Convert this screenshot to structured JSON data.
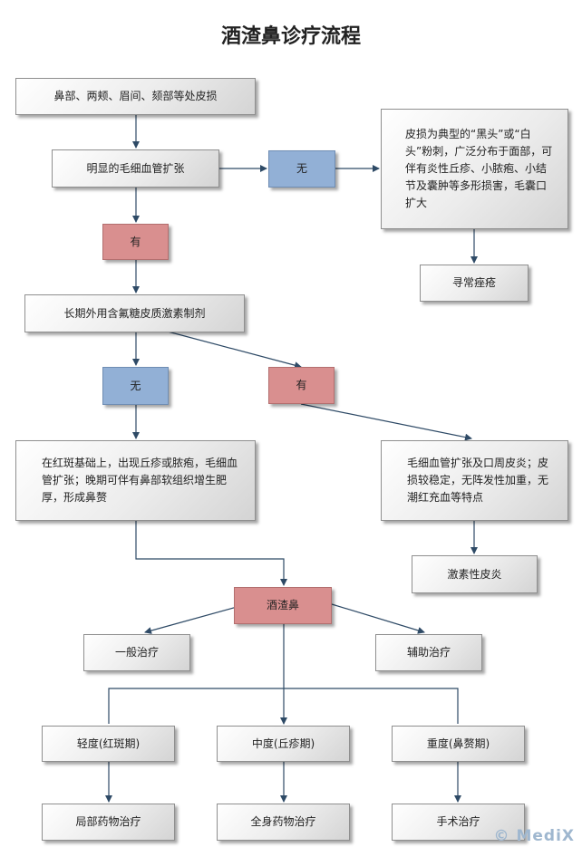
{
  "title": "酒渣鼻诊疗流程",
  "nodes": {
    "location": "鼻部、两颊、眉间、颏部等处皮损",
    "telangiectasia_q": "明显的毛细血管扩张",
    "no1": "无",
    "acne_desc": "皮损为典型的“黑头”或“白头”粉刺，广泛分布于面部，可伴有炎性丘疹、小脓疱、小结节及囊肿等多形损害，毛囊口扩大",
    "acne": "寻常痤疮",
    "yes1": "有",
    "steroid_q": "长期外用含氟糖皮质激素制剂",
    "no2": "无",
    "yes2": "有",
    "rosacea_desc": "在红斑基础上，出现丘疹或脓疱，毛细血管扩张；晚期可伴有鼻部软组织增生肥厚，形成鼻赘",
    "steroid_desc": "毛细血管扩张及口周皮炎；皮损较稳定，无阵发性加重，无潮红充血等特点",
    "steroid_derm": "激素性皮炎",
    "rosacea": "酒渣鼻",
    "general": "一般治疗",
    "adjuvant": "辅助治疗",
    "mild": "轻度(红斑期)",
    "moderate": "中度(丘疹期)",
    "severe": "重度(鼻赘期)",
    "local": "局部药物治疗",
    "systemic": "全身药物治疗",
    "surgery": "手术治疗"
  },
  "colors": {
    "yes": "#d98f8f",
    "no": "#92b0d6",
    "line": "#2e4a66"
  },
  "watermark": "© MediX"
}
